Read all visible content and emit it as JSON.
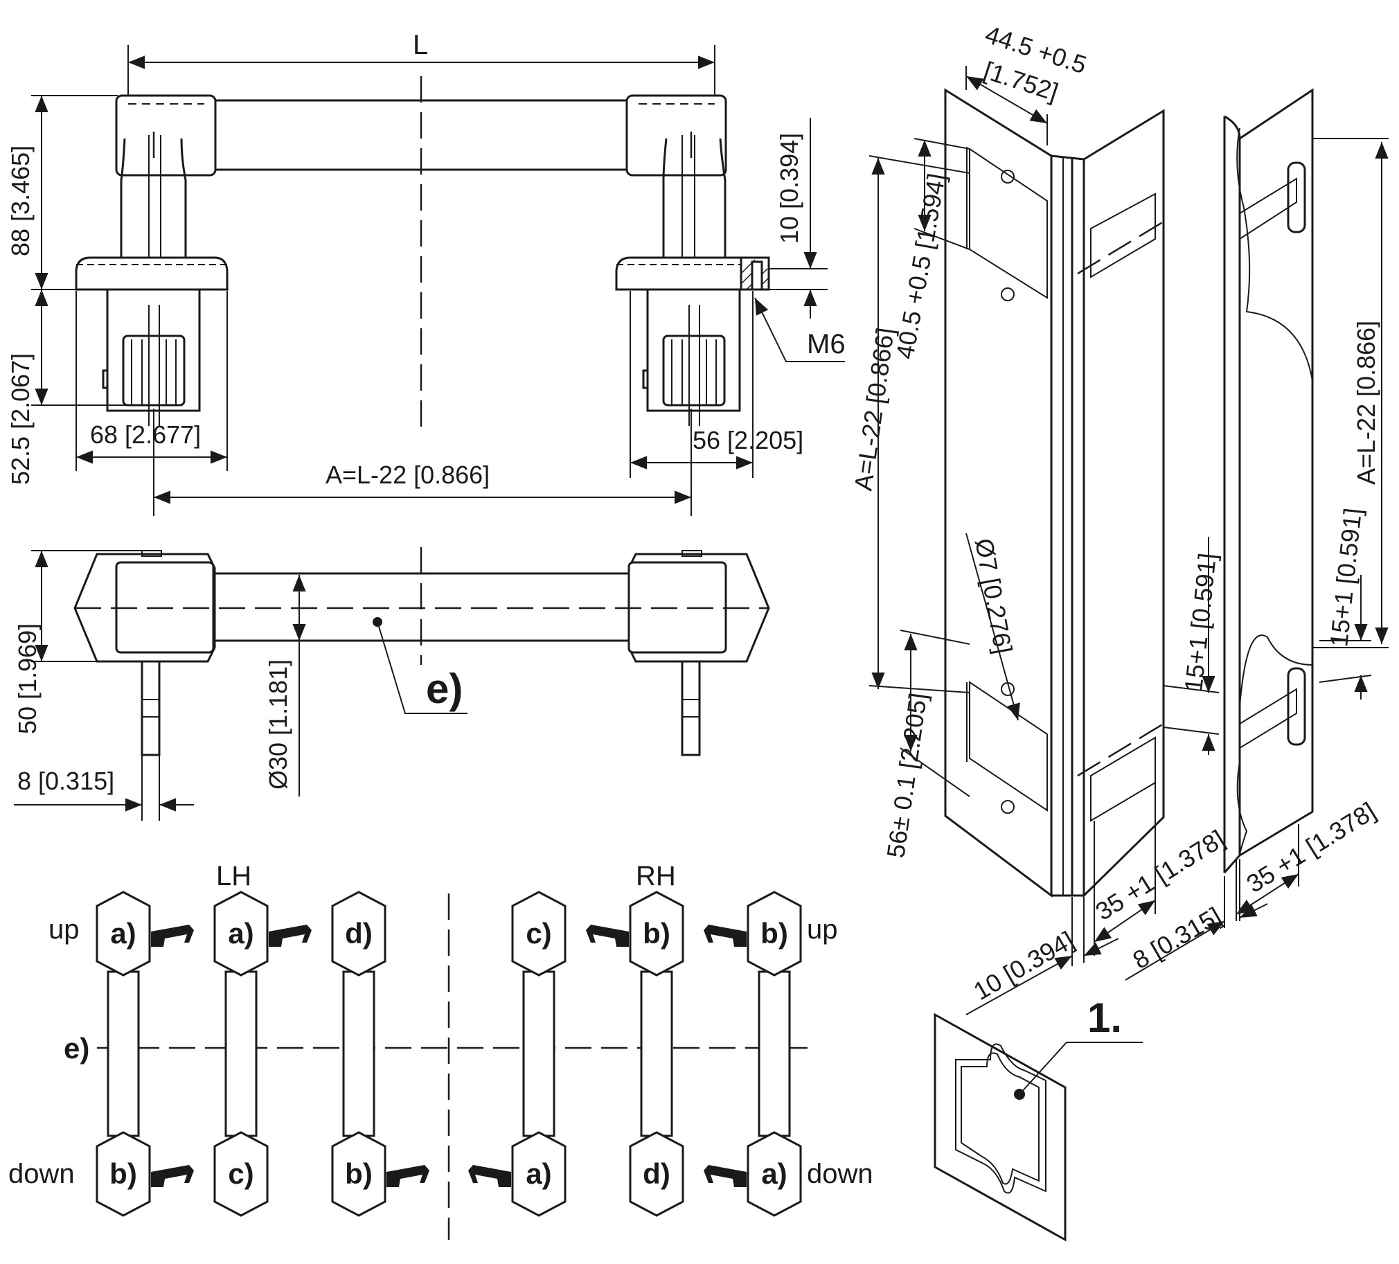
{
  "front_view": {
    "dim_L": "L",
    "dim_height": "88 [3.465]",
    "dim_base": "52.5 [2.067]",
    "dim_foot": "68 [2.677]",
    "dim_flange": "56 [2.205]",
    "dim_thread_depth": "10 [0.394]",
    "thread": "M6",
    "dim_A": "A=L-22 [0.866]"
  },
  "top_view": {
    "dim_width": "50 [1.969]",
    "dim_bar": "Ø30 [1.181]",
    "dim_pin": "8 [0.315]",
    "callout": "e)"
  },
  "orientation": {
    "lh": "LH",
    "rh": "RH",
    "up": "up",
    "down": "down",
    "axis": "e)",
    "handles": [
      {
        "top": "a)",
        "bottom": "b)"
      },
      {
        "top": "a)",
        "bottom": "c)"
      },
      {
        "top": "d)",
        "bottom": "b)"
      },
      {
        "top": "c)",
        "bottom": "a)"
      },
      {
        "top": "b)",
        "bottom": "d)"
      },
      {
        "top": "b)",
        "bottom": "a)"
      }
    ]
  },
  "mounting": {
    "dim_cut_width": "44.5 +0.5",
    "dim_cut_width_in": "[1.752]",
    "dim_cut_height": "40.5 +0.5 [1.594]",
    "dim_A_left": "A=L-22 [0.866]",
    "dim_hole": "Ø7 [0.276]",
    "dim_pitch": "56± 0.1 [2.205]",
    "dim_15": "15+1 [0.591]",
    "dim_15_right": "15+1 [0.591]",
    "dim_A_right": "A=L-22 [0.866]",
    "dim_35": "35 +1 [1.378]",
    "dim_35_right": "35 +1 [1.378]",
    "dim_10": "10 [0.394]",
    "dim_8": "8 [0.315]",
    "callout_1": "1."
  }
}
